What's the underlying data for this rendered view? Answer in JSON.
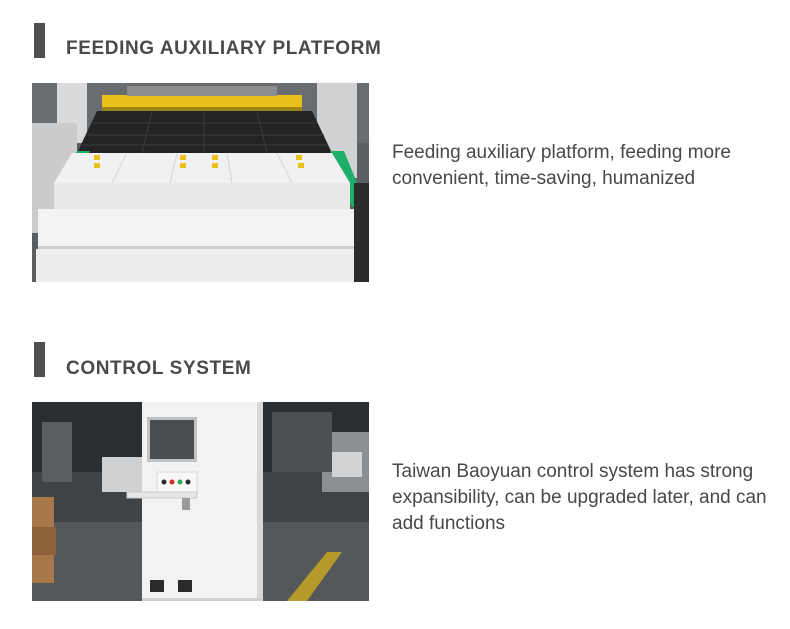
{
  "sections": [
    {
      "title": "FEEDING AUXILIARY PLATFORM",
      "image_alt_icon": "feeding-platform-photo",
      "description": "Feeding auxiliary platform, feeding more convenient, time-saving, humanized"
    },
    {
      "title": "CONTROL SYSTEM",
      "image_alt_icon": "control-cabinet-photo",
      "description": "Taiwan Baoyuan control system has strong expansibility, can be upgraded later, and can add functions"
    }
  ],
  "colors": {
    "heading_bar": "#4f4f4f",
    "heading_text": "#4a4a4a",
    "body_text": "#484848",
    "accent_green": "#1fae6a",
    "accent_yellow": "#e8c21a"
  }
}
